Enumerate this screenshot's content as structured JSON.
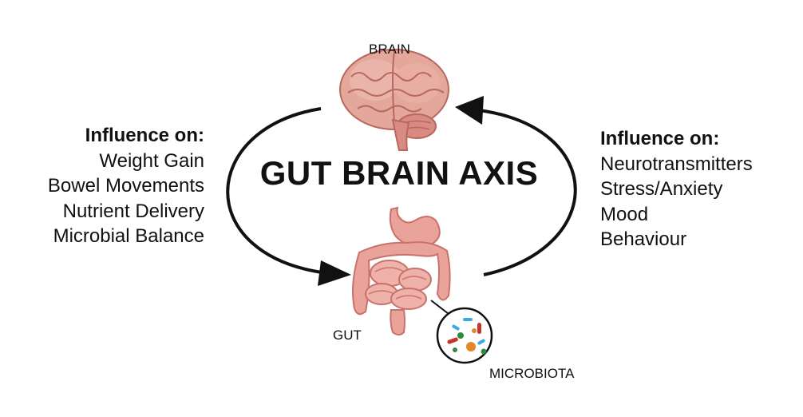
{
  "diagram": {
    "title": "GUT BRAIN AXIS",
    "brain_label": "BRAIN",
    "gut_label": "GUT",
    "microbiota_label": "MICROBIOTA",
    "left_influence": {
      "heading": "Influence on:",
      "items": [
        "Weight Gain",
        "Bowel Movements",
        "Nutrient Delivery",
        "Microbial Balance"
      ]
    },
    "right_influence": {
      "heading": "Influence on:",
      "items": [
        "Neurotransmitters",
        "Stress/Anxiety",
        "Mood",
        "Behaviour"
      ]
    },
    "colors": {
      "ink": "#111111",
      "brain": "#e4a79c",
      "brain_shadow": "#c97b70",
      "gut": "#e9a39b",
      "gut_shadow": "#c9716a"
    },
    "icons": [
      "brain-illustration",
      "gut-illustration",
      "microbiota-circle",
      "cycle-arrows"
    ]
  }
}
